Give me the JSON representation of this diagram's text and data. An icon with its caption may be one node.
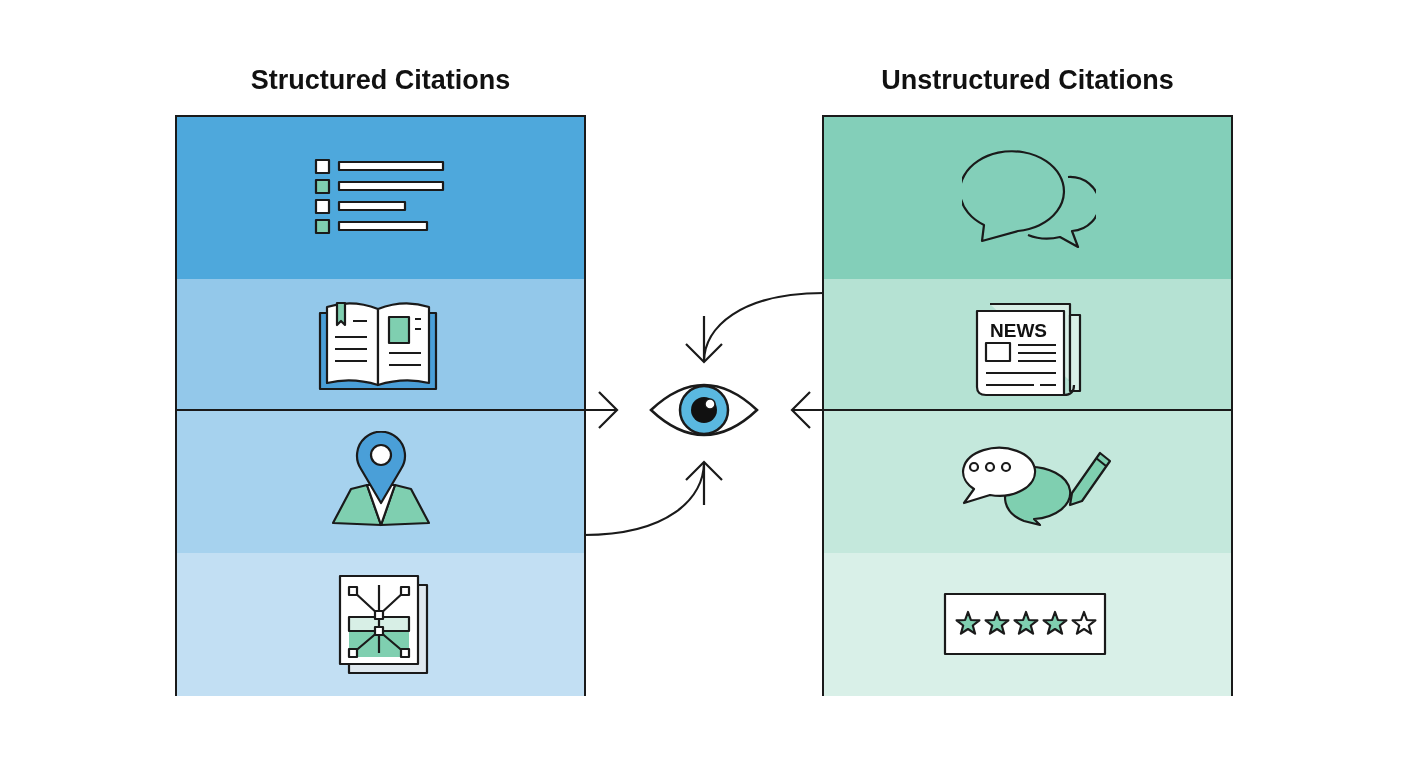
{
  "diagram": {
    "nodes": [
      {
        "text": [
          "Structured Citations"
        ]
      },
      {
        "text": [],
        "shape": "box",
        "in": 0
      },
      {
        "text": [],
        "shape": "box",
        "in": 0
      },
      {
        "text": [],
        "shape": "box",
        "in": 0
      },
      {
        "text": [],
        "shape": "box",
        "in": 0
      },
      {
        "text": [
          "Unstructured Citations"
        ]
      },
      {
        "text": [],
        "shape": "box",
        "in": 5
      },
      {
        "text": [],
        "shape": "box",
        "in": 5
      },
      {
        "text": [],
        "shape": "box",
        "in": 5
      },
      {
        "text": [],
        "shape": "box",
        "in": 5
      },
      {
        "text": [],
        "shape": "picture"
      }
    ],
    "edges": [
      {
        "from": 0,
        "to": 10,
        "arrow": "to"
      },
      {
        "from": 3,
        "to": 10,
        "arrow": "to"
      },
      {
        "from": 7,
        "to": 10,
        "arrow": "to"
      },
      {
        "from": 5,
        "to": 10,
        "arrow": "to"
      }
    ],
    "labels": [
      "NEWS"
    ]
  }
}
